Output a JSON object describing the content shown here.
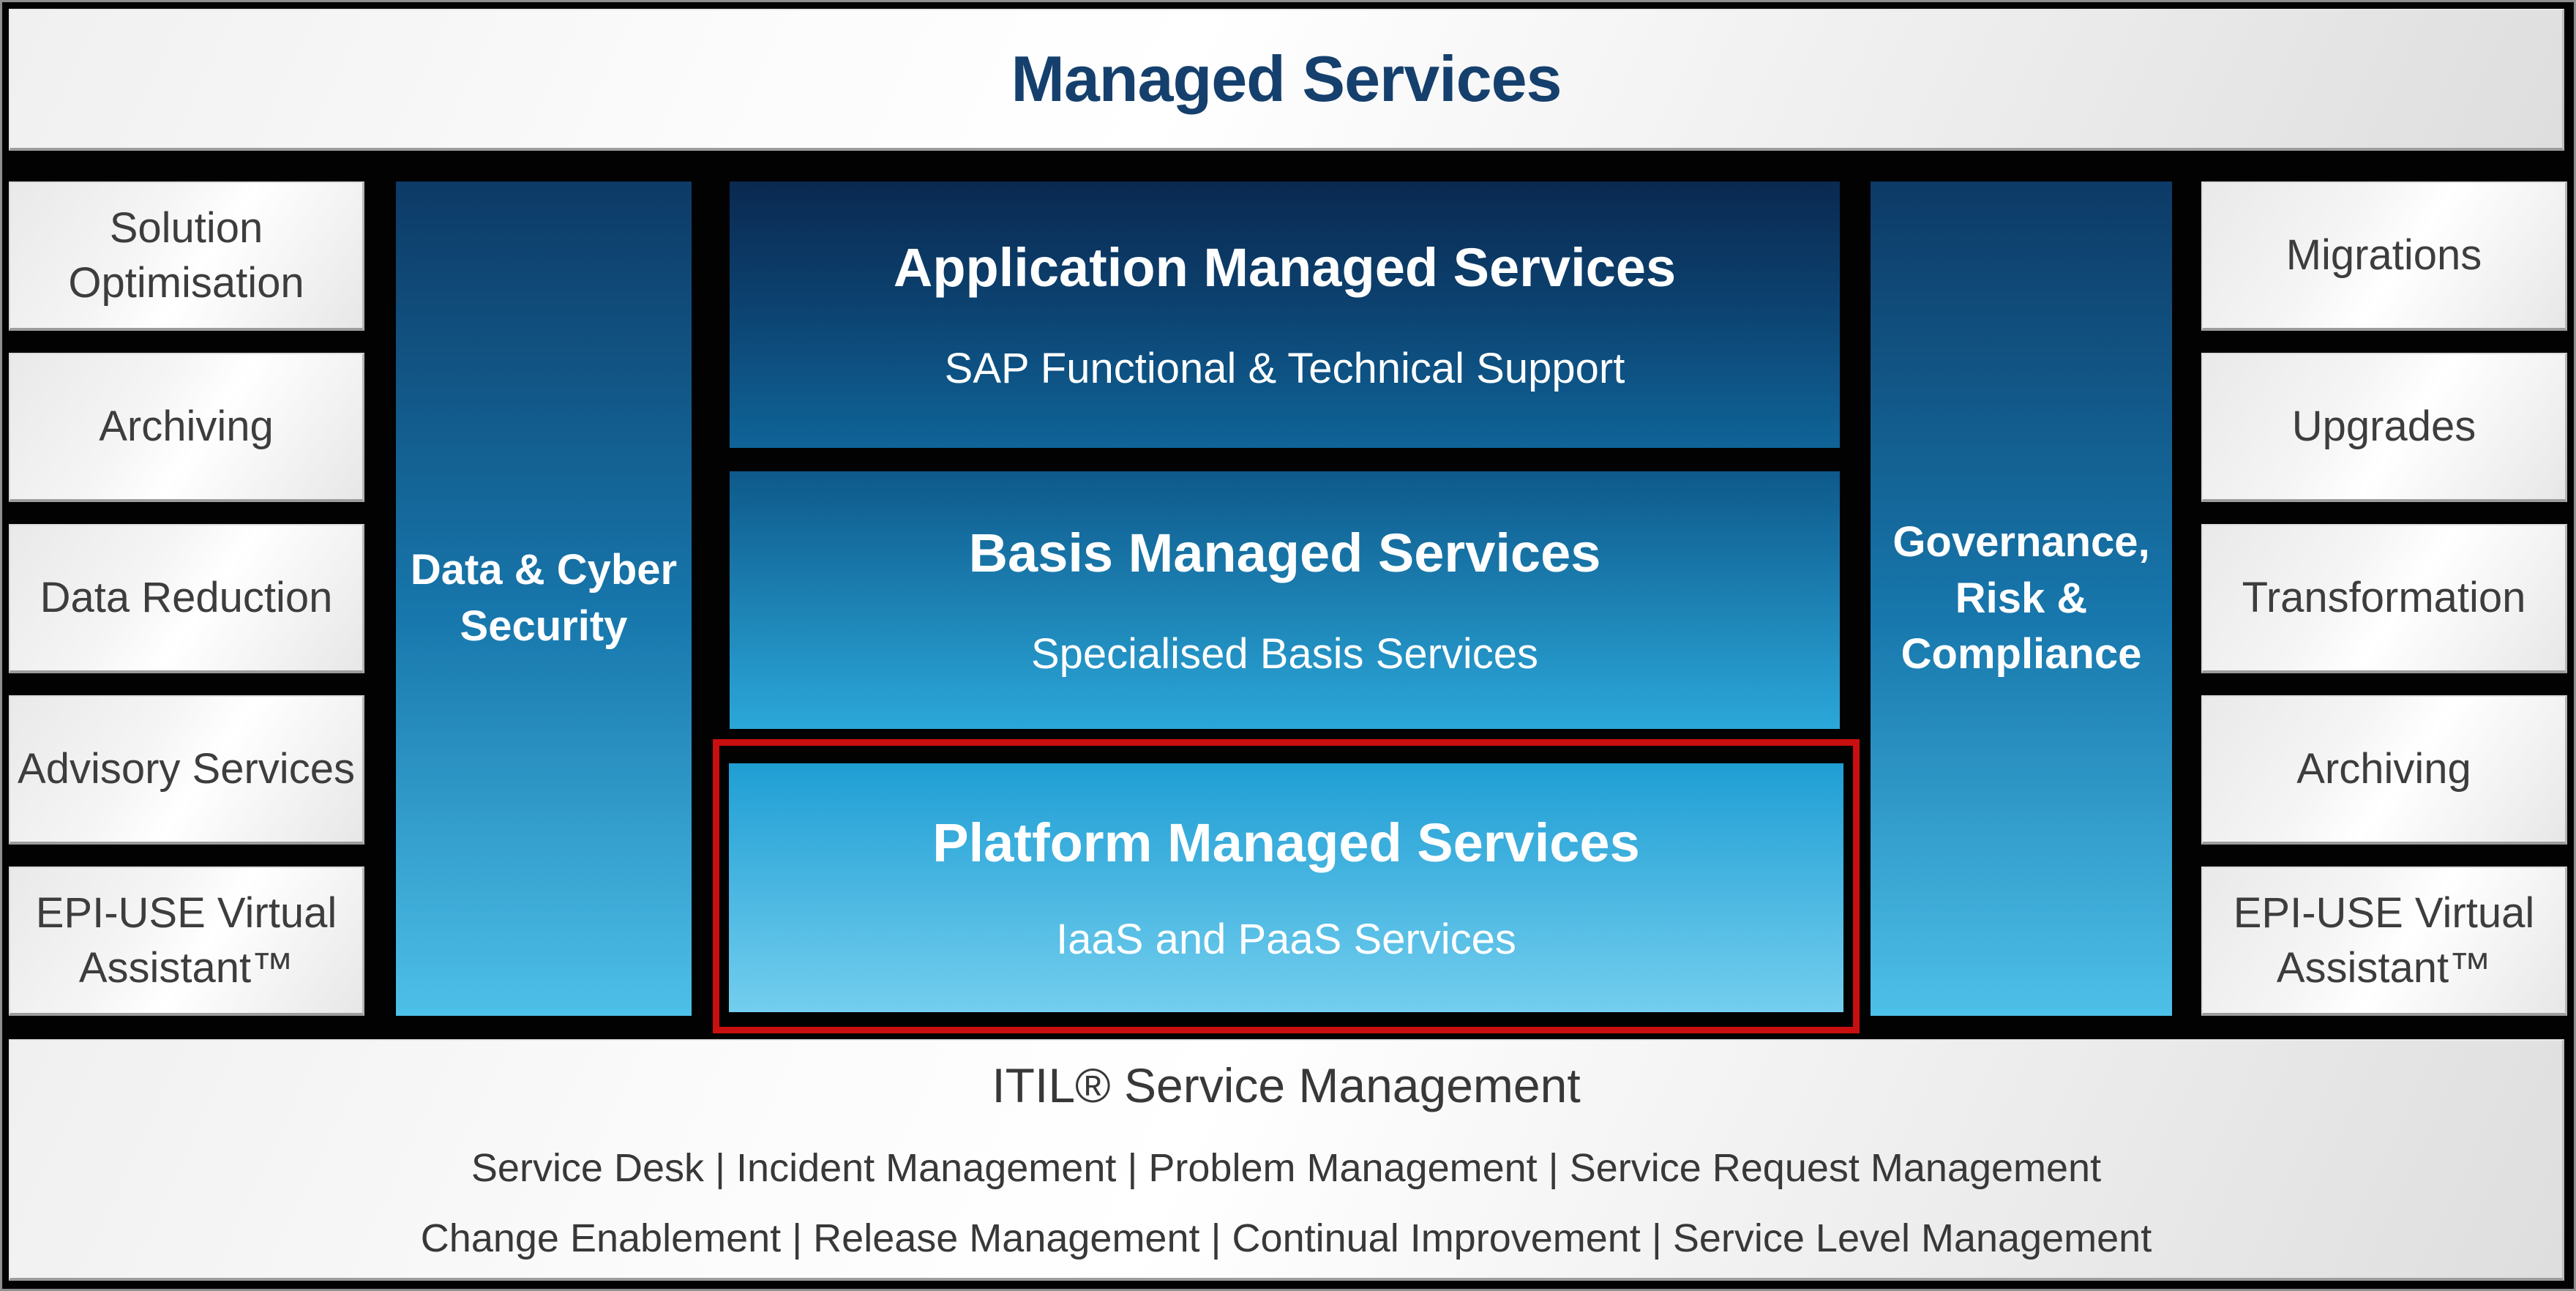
{
  "title": "Managed Services",
  "left_column": {
    "items": [
      "Solution Optimisation",
      "Archiving",
      "Data Reduction",
      "Advisory Services",
      "EPI-USE Virtual Assistant™"
    ]
  },
  "left_bar": {
    "label": "Data & Cyber Security"
  },
  "center": {
    "application": {
      "title": "Application Managed Services",
      "subtitle": "SAP Functional & Technical Support"
    },
    "basis": {
      "title": "Basis Managed Services",
      "subtitle": "Specialised Basis Services"
    },
    "platform": {
      "title": "Platform Managed Services",
      "subtitle": "IaaS and PaaS Services",
      "highlighted": "red-frame"
    }
  },
  "right_bar": {
    "label": "Governance, Risk & Compliance"
  },
  "right_column": {
    "items": [
      "Migrations",
      "Upgrades",
      "Transformation",
      "Archiving",
      "EPI-USE Virtual Assistant™"
    ]
  },
  "footer": {
    "title": "ITIL® Service Management",
    "line1": "Service Desk | Incident Management | Problem Management | Service Request Management",
    "line2": "Change Enablement | Release Management | Continual Improvement | Service Level Management"
  },
  "colors": {
    "title_navy": "#15406d",
    "highlight_red": "#c90f0f",
    "bar_gradient_top": "#0d3a66",
    "bar_gradient_bottom": "#4dc0e8",
    "application_gradient_top": "#0a2950",
    "application_gradient_bottom": "#0f6498",
    "basis_gradient_top": "#0e598b",
    "basis_gradient_bottom": "#2ba7d9",
    "platform_gradient_top": "#1f9ed4",
    "platform_gradient_bottom": "#73ceee",
    "gray_box_text": "#3d3d3d",
    "background": "#020202"
  }
}
